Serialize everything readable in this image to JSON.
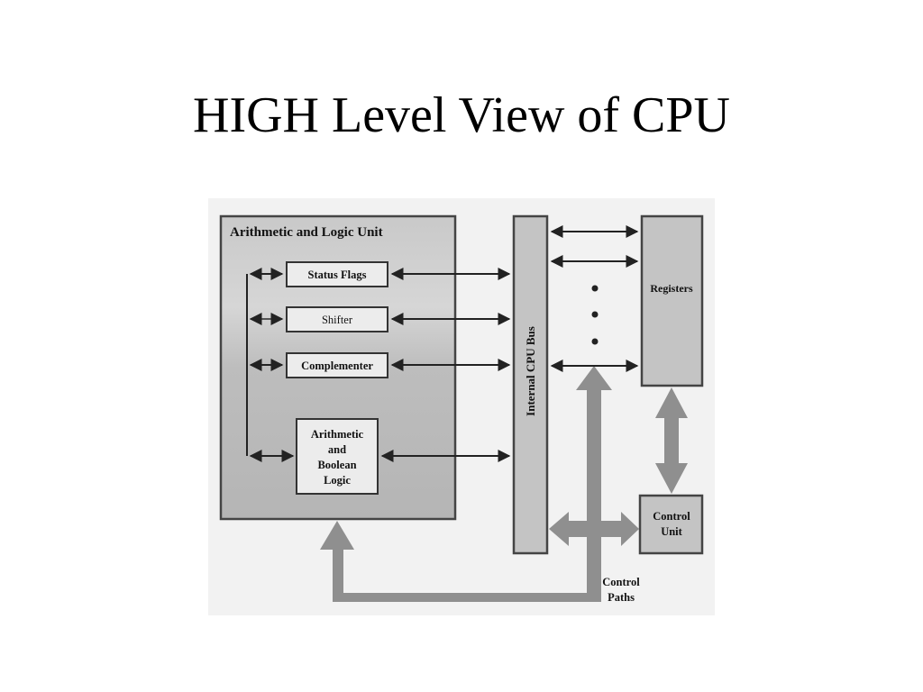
{
  "slide": {
    "title": "HIGH Level View of CPU"
  },
  "diagram": {
    "alu": {
      "title": "Arithmetic and Logic Unit",
      "components": {
        "status_flags": "Status Flags",
        "shifter": "Shifter",
        "complementer": "Complementer",
        "arith_line1": "Arithmetic",
        "arith_line2": "and",
        "arith_line3": "Boolean",
        "arith_line4": "Logic"
      }
    },
    "bus": {
      "label": "Internal CPU Bus"
    },
    "registers": {
      "label": "Registers"
    },
    "control_unit": {
      "line1": "Control",
      "line2": "Unit"
    },
    "control_paths": {
      "line1": "Control",
      "line2": "Paths"
    },
    "colors": {
      "panel_bg": "#f2f2f2",
      "block_fill": "#c4c4c4",
      "block_stroke": "#444444",
      "wide_arrow": "#8f8f8f",
      "thin_arrow": "#222222"
    }
  }
}
